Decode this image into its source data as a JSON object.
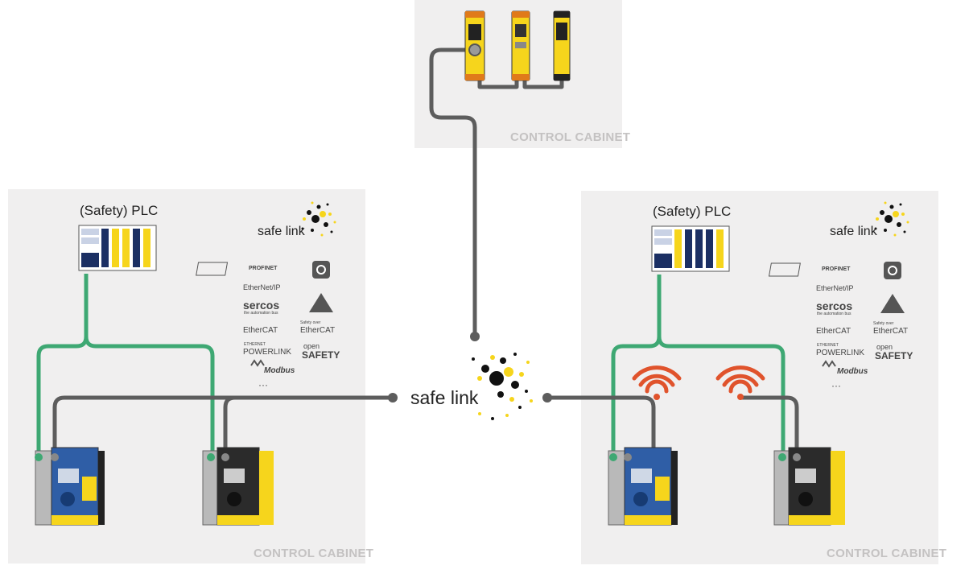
{
  "cabinet_label": "CONTROL CABINET",
  "plc_label": "(Safety) PLC",
  "brand": "safe link",
  "protocols": {
    "profinet": "PROFINET",
    "ethernetip": "EtherNet/IP",
    "sercos": "sercos",
    "sercos_sub": "the automation bus",
    "ethercat": "EtherCAT",
    "fsoe_sub": "Safety over",
    "powerlink_sub": "ETHERNET",
    "powerlink": "POWERLINK",
    "opensafety_sub": "open",
    "opensafety": "SAFETY",
    "modbus": "Modbus",
    "more": "···"
  },
  "colors": {
    "panel": "#f0efef",
    "cable_gray": "#5d5d5d",
    "cable_green": "#3ea873",
    "wireless": "#e0532c",
    "safety_yellow": "#f6d51c",
    "navy": "#1b2f63"
  }
}
